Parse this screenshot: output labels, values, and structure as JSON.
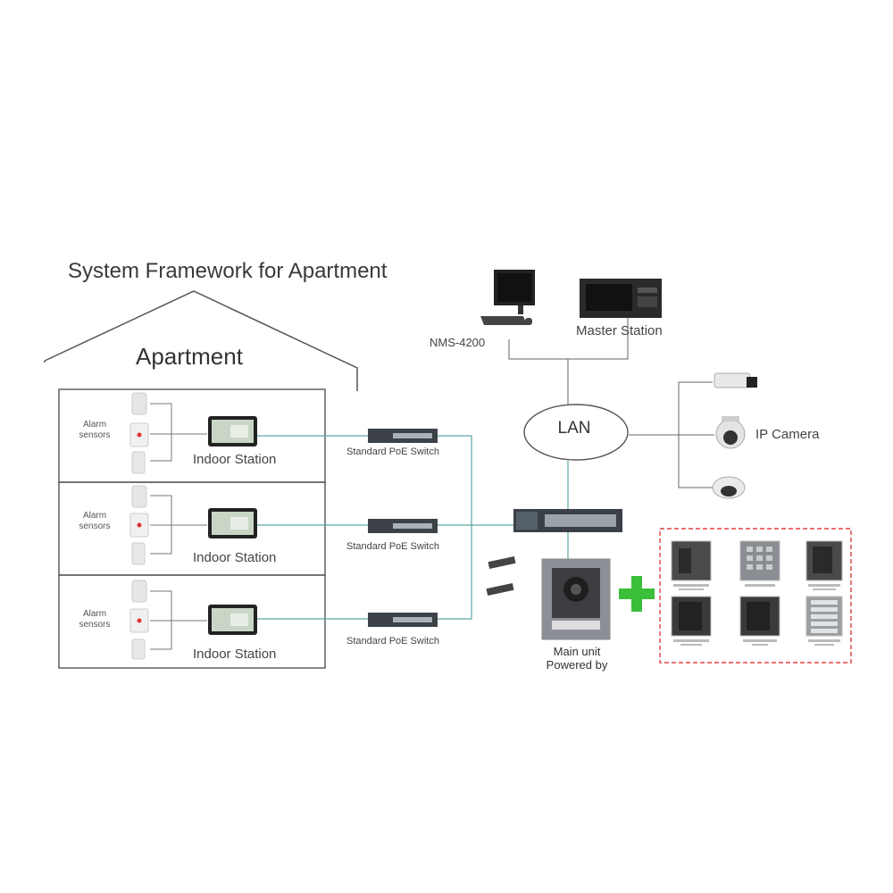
{
  "title": "System Framework for Apartment",
  "house": {
    "label": "Apartment"
  },
  "floors": [
    {
      "sensors_label": "Alarm\nsensors",
      "indoor_station": "Indoor Station",
      "switch_label": "Standard PoE Switch"
    },
    {
      "sensors_label": "Alarm\nsensors",
      "indoor_station": "Indoor Station",
      "switch_label": "Standard PoE Switch"
    },
    {
      "sensors_label": "Alarm\nsensors",
      "indoor_station": "Indoor Station",
      "switch_label": "Standard PoE Switch"
    }
  ],
  "network": {
    "nms_label": "NMS-4200",
    "master_label": "Master Station",
    "lan_label": "LAN",
    "camera_label": "IP Camera",
    "main_unit_label": "Main unit\nPowered by"
  },
  "colors": {
    "wire": "#5aa6a6",
    "house_line": "#555555",
    "plus": "#3bbf3b",
    "dashed_box": "#e04040",
    "sensor_dot": "#e03030"
  },
  "icons": {
    "sensor": "alarm-sensor-icon",
    "indoor": "indoor-station-icon",
    "switch": "poe-switch-icon",
    "computer": "computer-icon",
    "master": "master-station-icon",
    "camera": "ip-camera-icon",
    "door": "door-station-icon",
    "plus": "plus-icon"
  }
}
